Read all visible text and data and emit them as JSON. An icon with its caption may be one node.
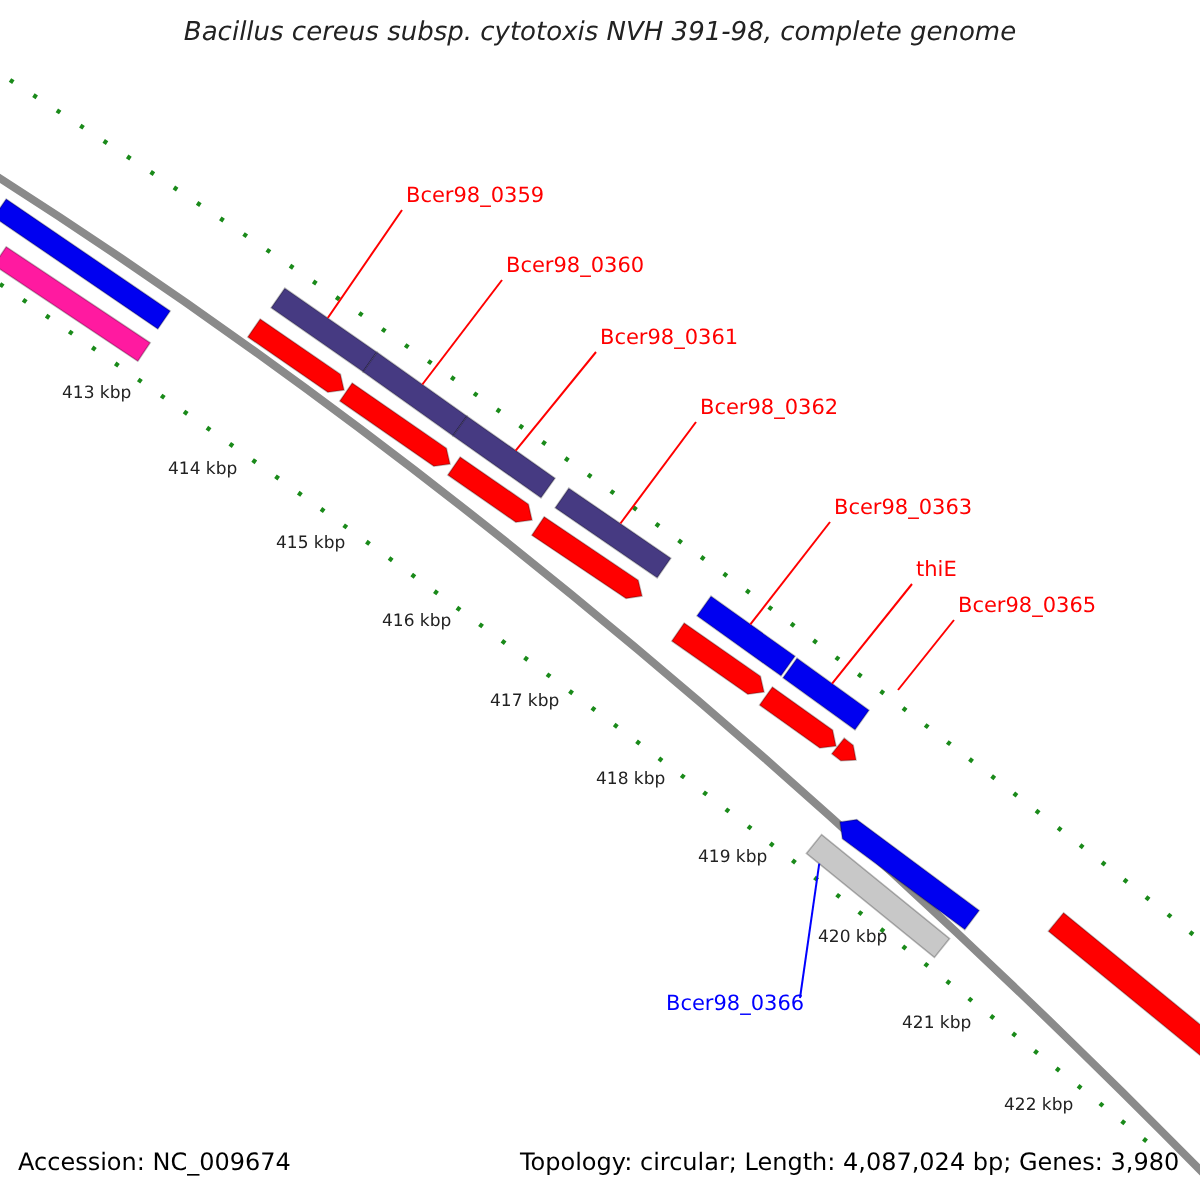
{
  "diagram": {
    "title": "Bacillus cereus subsp. cytotoxis NVH 391-98, complete genome",
    "nodes": [
      {
        "text": [
          "Bcer98_0359"
        ]
      },
      {
        "text": [
          "Bcer98_0360"
        ]
      },
      {
        "text": [
          "Bcer98_0361"
        ]
      },
      {
        "text": [
          "Bcer98_0362"
        ]
      },
      {
        "text": [
          "Bcer98_0363"
        ]
      },
      {
        "text": [
          "thiE"
        ]
      },
      {
        "text": [
          "Bcer98_0365"
        ]
      },
      {
        "text": [
          "Bcer98_0366"
        ]
      },
      {
        "text": [],
        "shape": "bar"
      },
      {
        "text": [],
        "shape": "bar"
      },
      {
        "text": [],
        "shape": "bar"
      },
      {
        "text": [],
        "shape": "bar"
      },
      {
        "text": [],
        "shape": "bar"
      },
      {
        "text": [],
        "shape": "bar"
      },
      {
        "text": [],
        "shape": "bar"
      },
      {
        "text": [],
        "shape": "bar"
      },
      {
        "text": [],
        "shape": "bar"
      },
      {
        "text": [],
        "shape": "bar"
      },
      {
        "text": [],
        "shape": "bar"
      },
      {
        "text": [],
        "shape": "bar"
      },
      {
        "text": [],
        "shape": "bar"
      },
      {
        "text": [],
        "shape": "bar"
      },
      {
        "text": [],
        "shape": "bar"
      },
      {
        "text": [],
        "shape": "bar"
      },
      {
        "text": [],
        "shape": "bar"
      },
      {
        "text": [],
        "shape": "bar"
      }
    ],
    "edges": [
      {
        "from": 0,
        "to": 10,
        "arrow": "none"
      },
      {
        "from": 1,
        "to": 11,
        "arrow": "none"
      },
      {
        "from": 2,
        "to": 12,
        "arrow": "none"
      },
      {
        "from": 3,
        "to": 13,
        "arrow": "none"
      },
      {
        "from": 4,
        "to": 21,
        "arrow": "none"
      },
      {
        "from": 5,
        "to": 22,
        "arrow": "none"
      },
      {
        "from": 6,
        "to": null,
        "arrow": "none"
      },
      {
        "from": 7,
        "to": 23,
        "arrow": "none",
        "color": "#0000ff"
      }
    ],
    "labels": [
      "413 kbp",
      "414 kbp",
      "415 kbp",
      "416 kbp",
      "417 kbp",
      "418 kbp",
      "419 kbp",
      "420 kbp",
      "421 kbp",
      "422 kbp",
      "Accession: NC_009674",
      "Topology: circular; Length: 4,087,024 bp; Genes: 3,980"
    ]
  }
}
